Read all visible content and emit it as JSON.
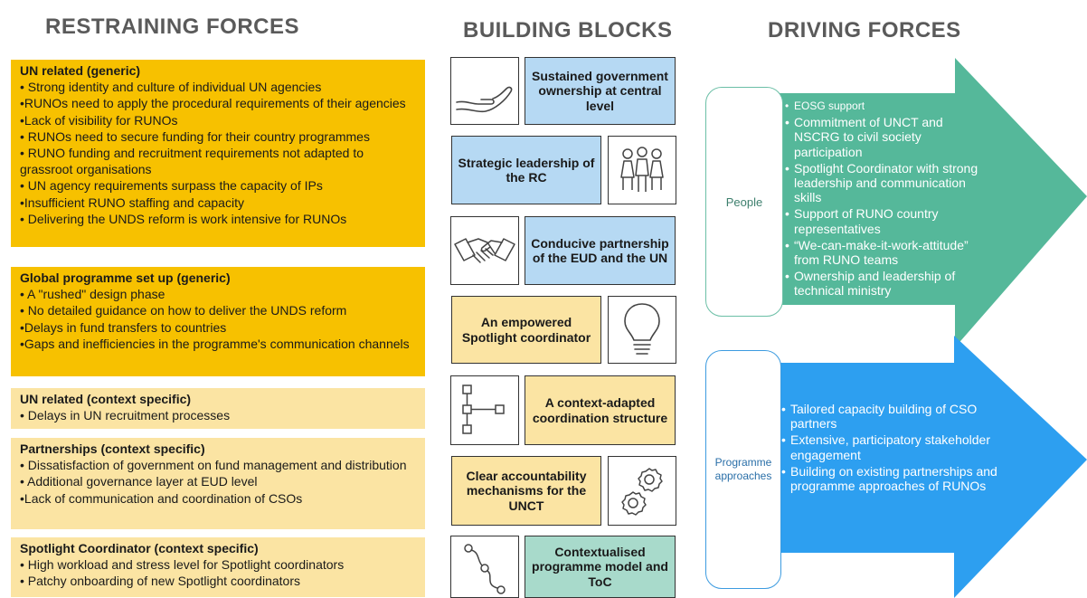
{
  "headings": {
    "restraining": "RESTRAINING FORCES",
    "building": "BUILDING BLOCKS",
    "driving": "DRIVING FORCES"
  },
  "restraining": [
    {
      "title": "UN related (generic)",
      "items": [
        "• Strong identity and culture of individual UN agencies",
        "•RUNOs need to apply the procedural requirements of their agencies",
        "•Lack of visibility for RUNOs",
        "• RUNOs need to secure funding for their country programmes",
        "• RUNO funding and recruitment requirements not adapted to grassroot organisations",
        "• UN agency requirements surpass the capacity of IPs",
        "•Insufficient RUNO staffing and capacity",
        "• Delivering the UNDS reform is work intensive for RUNOs"
      ]
    },
    {
      "title": "Global programme set up (generic)",
      "items": [
        "• A \"rushed\" design phase",
        "• No detailed guidance on how to deliver the UNDS reform",
        "•Delays in fund transfers to countries",
        "•Gaps and inefficiencies in the programme's communication channels"
      ]
    },
    {
      "title": "UN related (context specific)",
      "items": [
        "• Delays in UN recruitment processes"
      ]
    },
    {
      "title": "Partnerships (context specific)",
      "items": [
        "• Dissatisfaction of government on fund management and distribution",
        "• Additional governance layer at EUD level",
        "•Lack of communication and coordination of CSOs"
      ]
    },
    {
      "title": "Spotlight Coordinator (context specific)",
      "items": [
        "• High workload and stress level for Spotlight coordinators",
        "• Patchy onboarding of new Spotlight coordinators"
      ]
    }
  ],
  "building_blocks": [
    {
      "label": "Sustained government ownership at central level",
      "icon": "hand-icon",
      "color": "#b6d9f3"
    },
    {
      "label": "Strategic leadership of the RC",
      "icon": "people-group-icon",
      "color": "#b6d9f3"
    },
    {
      "label": "Conducive partnership of the EUD and the UN",
      "icon": "handshake-icon",
      "color": "#b6d9f3"
    },
    {
      "label": "An empowered Spotlight coordinator",
      "icon": "lightbulb-icon",
      "color": "#fbe4a3"
    },
    {
      "label": "A context-adapted coordination structure",
      "icon": "org-structure-icon",
      "color": "#fbe4a3"
    },
    {
      "label": "Clear accountability mechanisms for the UNCT",
      "icon": "gears-icon",
      "color": "#fbe4a3"
    },
    {
      "label": "Contextualised programme model and ToC",
      "icon": "path-nodes-icon",
      "color": "#a8dacb"
    }
  ],
  "driving": {
    "people": {
      "label": "People",
      "color": "#55b89a",
      "items": [
        "EOSG support",
        "Commitment of UNCT and NSCRG to civil society participation",
        "Spotlight Coordinator with strong leadership and communication skills",
        "Support of RUNO country representatives",
        "“We-can-make-it-work-attitude” from RUNO teams",
        "Ownership and leadership of technical  ministry"
      ]
    },
    "programme": {
      "label": "Programme approaches",
      "color": "#2d9ff0",
      "items": [
        "Tailored capacity building of CSO partners",
        "Extensive, participatory stakeholder engagement",
        "Building on existing partnerships and programme approaches of RUNOs"
      ]
    }
  }
}
